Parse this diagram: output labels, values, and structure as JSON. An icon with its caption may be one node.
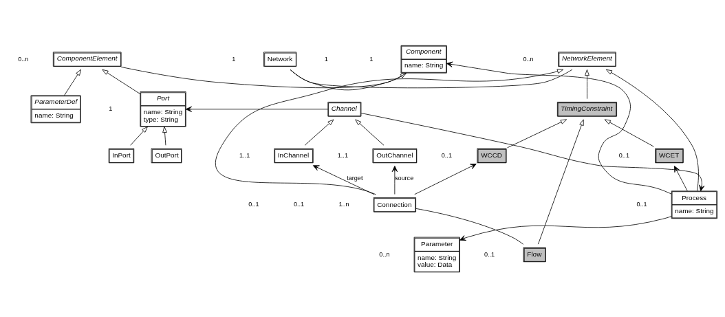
{
  "diagram": {
    "nodes": [
      {
        "text": [
          "NetworkElement"
        ]
      },
      {
        "text": [
          "Network"
        ]
      },
      {
        "text": [
          "Component",
          "name: String"
        ]
      },
      {
        "text": [
          "ComponentElement"
        ]
      },
      {
        "text": [
          "TimingConstraint"
        ]
      },
      {
        "text": [
          "Parameter",
          "name: String",
          "value: Data"
        ]
      },
      {
        "text": [
          "ParameterDef",
          "name: String"
        ]
      },
      {
        "text": [
          "Flow"
        ]
      },
      {
        "text": [
          "WCCD"
        ]
      },
      {
        "text": [
          "WCET"
        ]
      },
      {
        "text": [
          "Process",
          "name: String"
        ]
      },
      {
        "text": [
          "Channel"
        ]
      },
      {
        "text": [
          "Port",
          "name: String",
          "type: String"
        ]
      },
      {
        "text": [
          "Connection"
        ]
      },
      {
        "text": [
          "InChannel"
        ]
      },
      {
        "text": [
          "OutChannel"
        ]
      },
      {
        "text": [
          "OutPort"
        ]
      },
      {
        "text": [
          "InPort"
        ]
      }
    ],
    "edges": [
      {
        "from": 0,
        "to": 1,
        "arrow": "none"
      },
      {
        "from": 1,
        "to": 2,
        "arrow": "to"
      },
      {
        "from": 2,
        "to": 3,
        "arrow": "none"
      },
      {
        "from": 4,
        "to": 0,
        "arrow": "to"
      },
      {
        "from": 13,
        "to": 0,
        "arrow": "to"
      },
      {
        "from": 10,
        "to": 0,
        "arrow": "to"
      },
      {
        "from": 10,
        "to": 2,
        "arrow": "to"
      },
      {
        "from": 10,
        "to": 5,
        "arrow": "to"
      },
      {
        "from": 6,
        "to": 3,
        "arrow": "to"
      },
      {
        "from": 12,
        "to": 3,
        "arrow": "to"
      },
      {
        "from": 7,
        "to": 4,
        "arrow": "to"
      },
      {
        "from": 8,
        "to": 4,
        "arrow": "to"
      },
      {
        "from": 9,
        "to": 4,
        "arrow": "to"
      },
      {
        "from": 7,
        "to": 13,
        "arrow": "none"
      },
      {
        "from": 13,
        "to": 8,
        "arrow": "to"
      },
      {
        "from": 10,
        "to": 9,
        "arrow": "to"
      },
      {
        "from": 11,
        "to": 10,
        "arrow": "to"
      },
      {
        "from": 11,
        "to": 12,
        "arrow": "to"
      },
      {
        "from": 14,
        "to": 11,
        "arrow": "to"
      },
      {
        "from": 15,
        "to": 11,
        "arrow": "to"
      },
      {
        "from": 16,
        "to": 12,
        "arrow": "to"
      },
      {
        "from": 17,
        "to": 12,
        "arrow": "to"
      },
      {
        "from": 13,
        "to": 14,
        "arrow": "to",
        "label": "target"
      },
      {
        "from": 13,
        "to": 15,
        "arrow": "to",
        "label": "source"
      }
    ],
    "labels": [
      "0..n",
      "1",
      "1",
      "0..n",
      "1",
      "0..n",
      "0..1",
      "1",
      "0..1",
      "0..1",
      "0..1",
      "1..n",
      "0..1",
      "1..1",
      "0..1",
      "1..1"
    ]
  }
}
